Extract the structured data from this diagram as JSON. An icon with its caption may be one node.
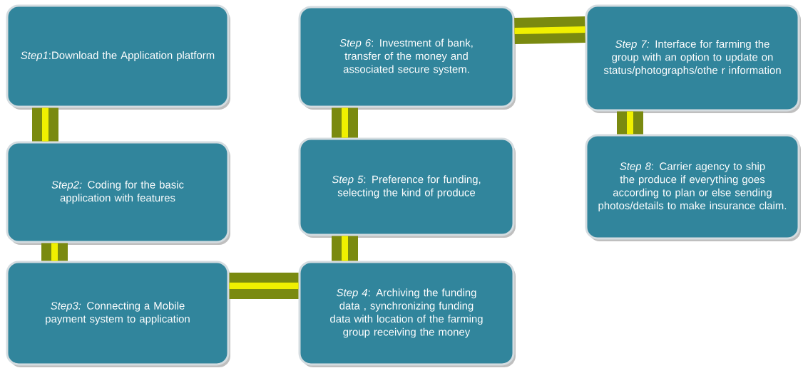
{
  "diagram": {
    "nodes": [
      {
        "text": [
          "*Step1*:Download the Application platform"
        ]
      },
      {
        "text": [
          "*Step2:* Coding for the basic application with features"
        ]
      },
      {
        "text": [
          "*Step3:* Connecting a Mobile payment system to application"
        ]
      },
      {
        "text": [
          "*Step 4*: Archiving the funding data , synchronizing funding data with location of the farming group receiving the money"
        ]
      },
      {
        "text": [
          "*Step 5*: Preference for funding, selecting the kind of produce"
        ]
      },
      {
        "text": [
          "*Step 6*: Investment of bank, transfer of the money and associated secure system."
        ]
      },
      {
        "text": [
          "*Step 7:* Interface for farming the group with an option to update on status/photographs/othe r information"
        ]
      },
      {
        "text": [
          "*Step 8*: Carrier agency to ship the produce if everything goes according to plan or else sending photos/details to make insurance claim."
        ]
      }
    ],
    "edges": [
      {
        "from": 0,
        "to": 1,
        "arrow": "none"
      },
      {
        "from": 1,
        "to": 2,
        "arrow": "none"
      },
      {
        "from": 2,
        "to": 3,
        "arrow": "none"
      },
      {
        "from": 3,
        "to": 4,
        "arrow": "none"
      },
      {
        "from": 4,
        "to": 5,
        "arrow": "none"
      },
      {
        "from": 5,
        "to": 6,
        "arrow": "none"
      },
      {
        "from": 6,
        "to": 7,
        "arrow": "none"
      }
    ]
  }
}
